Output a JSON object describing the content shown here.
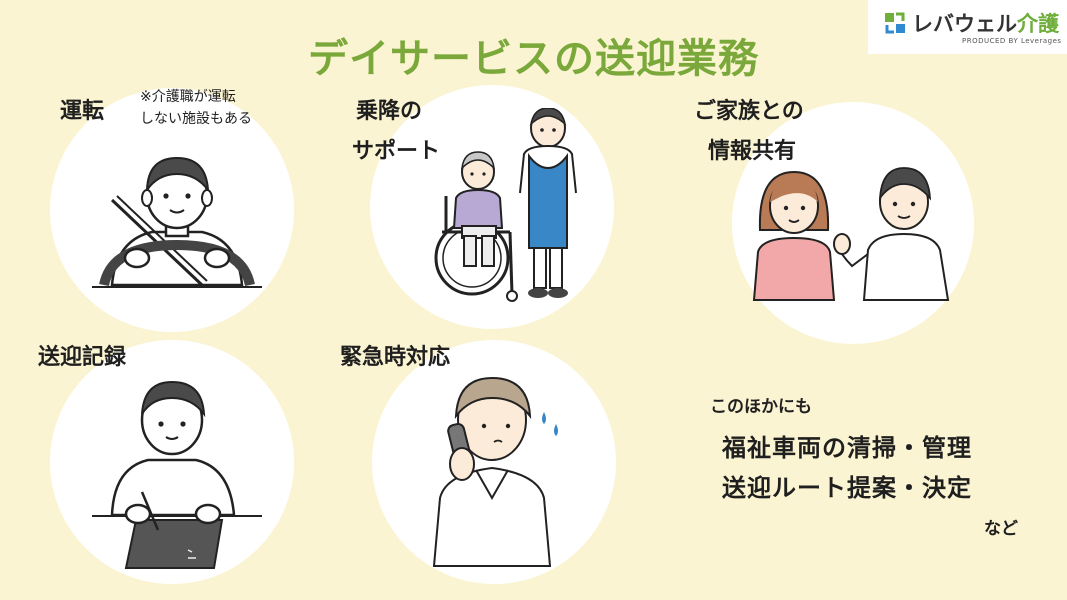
{
  "title": "デイサービスの送迎業務",
  "logo": {
    "brand": "レバウェル",
    "brand_accent": "介護",
    "sub": "PRODUCED BY Leverages",
    "colors": {
      "accent": "#6fae3a",
      "blue": "#2f8ad0"
    }
  },
  "tasks": [
    {
      "label": "運転",
      "note_lines": [
        "※介護職が運転",
        "しない施設もある"
      ],
      "icon": "driving-illustration"
    },
    {
      "label_lines": [
        "乗降の",
        "サポート"
      ],
      "icon": "wheelchair-support-illustration"
    },
    {
      "label_lines": [
        "ご家族との",
        "情報共有"
      ],
      "icon": "family-talk-illustration"
    },
    {
      "label": "送迎記録",
      "icon": "writing-record-illustration"
    },
    {
      "label": "緊急時対応",
      "icon": "phone-emergency-illustration"
    }
  ],
  "extras": {
    "intro": "このほかにも",
    "lines": [
      "福祉車両の清掃・管理",
      "送迎ルート提案・決定"
    ],
    "suffix": "など"
  },
  "colors": {
    "background": "#fbf4d2",
    "title": "#7aa83a",
    "circle": "#ffffff",
    "apron": "#3a87c8",
    "cardigan": "#b7a9d3",
    "pink_shirt": "#f2a8a8",
    "skin": "#fdebd9",
    "hair_dark": "#4a4a4a",
    "hair_brown": "#b97b55"
  }
}
